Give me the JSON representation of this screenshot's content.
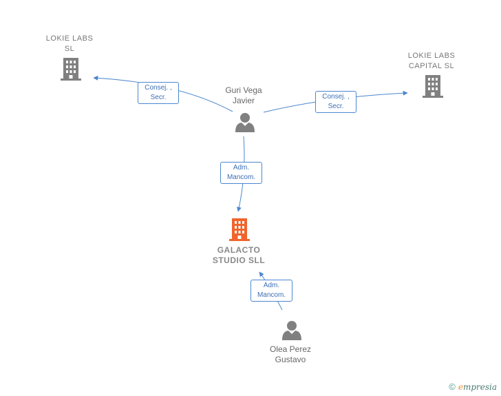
{
  "colors": {
    "edge": "#4a86cf",
    "person": "#808080",
    "company": "#808080",
    "focus_company": "#f0642d"
  },
  "nodes": {
    "lokie_labs": {
      "line1": "LOKIE LABS",
      "line2": "SL",
      "icon": "building-icon"
    },
    "lokie_capital": {
      "line1": "LOKIE LABS",
      "line2": "CAPITAL  SL",
      "icon": "building-icon"
    },
    "guri": {
      "line1": "Guri Vega",
      "line2": "Javier",
      "icon": "person-icon"
    },
    "galacto": {
      "line1": "GALACTO",
      "line2": "STUDIO  SLL",
      "icon": "building-icon"
    },
    "olea": {
      "line1": "Olea Perez",
      "line2": "Gustavo",
      "icon": "person-icon"
    }
  },
  "edges": {
    "guri_lokie": {
      "line1": "Consej. ,",
      "line2": "Secr."
    },
    "guri_capital": {
      "line1": "Consej. ,",
      "line2": "Secr."
    },
    "guri_galacto": {
      "line1": "Adm.",
      "line2": "Mancom."
    },
    "olea_galacto": {
      "line1": "Adm.",
      "line2": "Mancom."
    }
  },
  "footer": {
    "copyright": "©",
    "brand_e": "e",
    "brand_rest": "mpresia"
  }
}
